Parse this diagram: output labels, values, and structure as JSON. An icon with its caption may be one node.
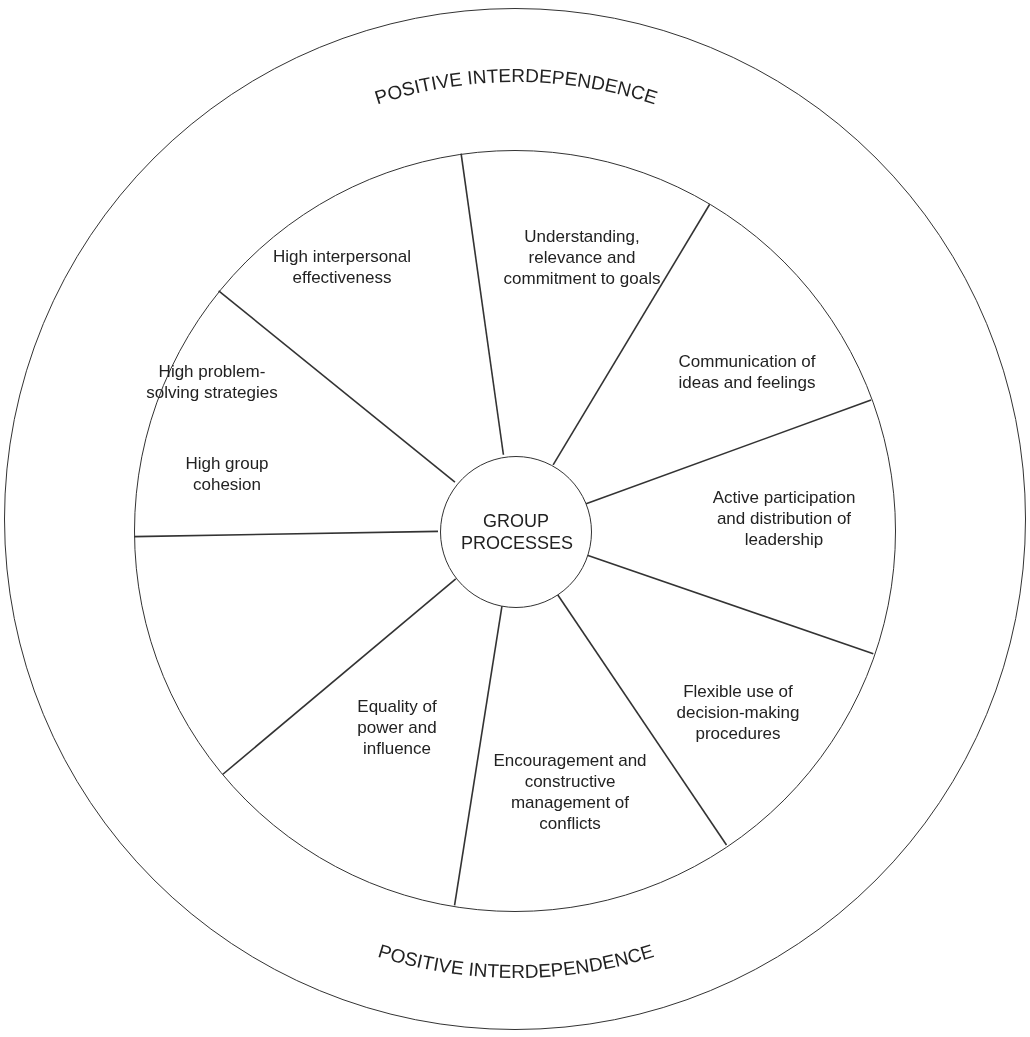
{
  "diagram": {
    "nodes": [
      {
        "text": [
          "POSITIVE INTERDEPENDENCE",
          "POSITIVE INTERDEPENDENCE"
        ]
      },
      {
        "text": [],
        "shape": "circle",
        "in": 0
      },
      {
        "text": [
          "GROUP PROCESSES"
        ],
        "in": 1
      },
      {
        "text": [
          "Understanding, relevance and commitment to goals"
        ],
        "in": 1
      },
      {
        "text": [
          "Communication of ideas and feelings"
        ],
        "in": 1
      },
      {
        "text": [
          "Active participation and distribution of leadership"
        ],
        "in": 1
      },
      {
        "text": [
          "Flexible use of decision-making procedures"
        ],
        "in": 1
      },
      {
        "text": [
          "Encouragement and constructive management of conflicts"
        ],
        "in": 1
      },
      {
        "text": [
          "Equality of power and influence"
        ],
        "in": 1
      },
      {
        "text": [
          "High group cohesion"
        ],
        "in": 1
      },
      {
        "text": [
          "High problem-solving strategies"
        ],
        "in": 1
      },
      {
        "text": [
          "High interpersonal effectiveness"
        ],
        "in": 1
      }
    ]
  }
}
